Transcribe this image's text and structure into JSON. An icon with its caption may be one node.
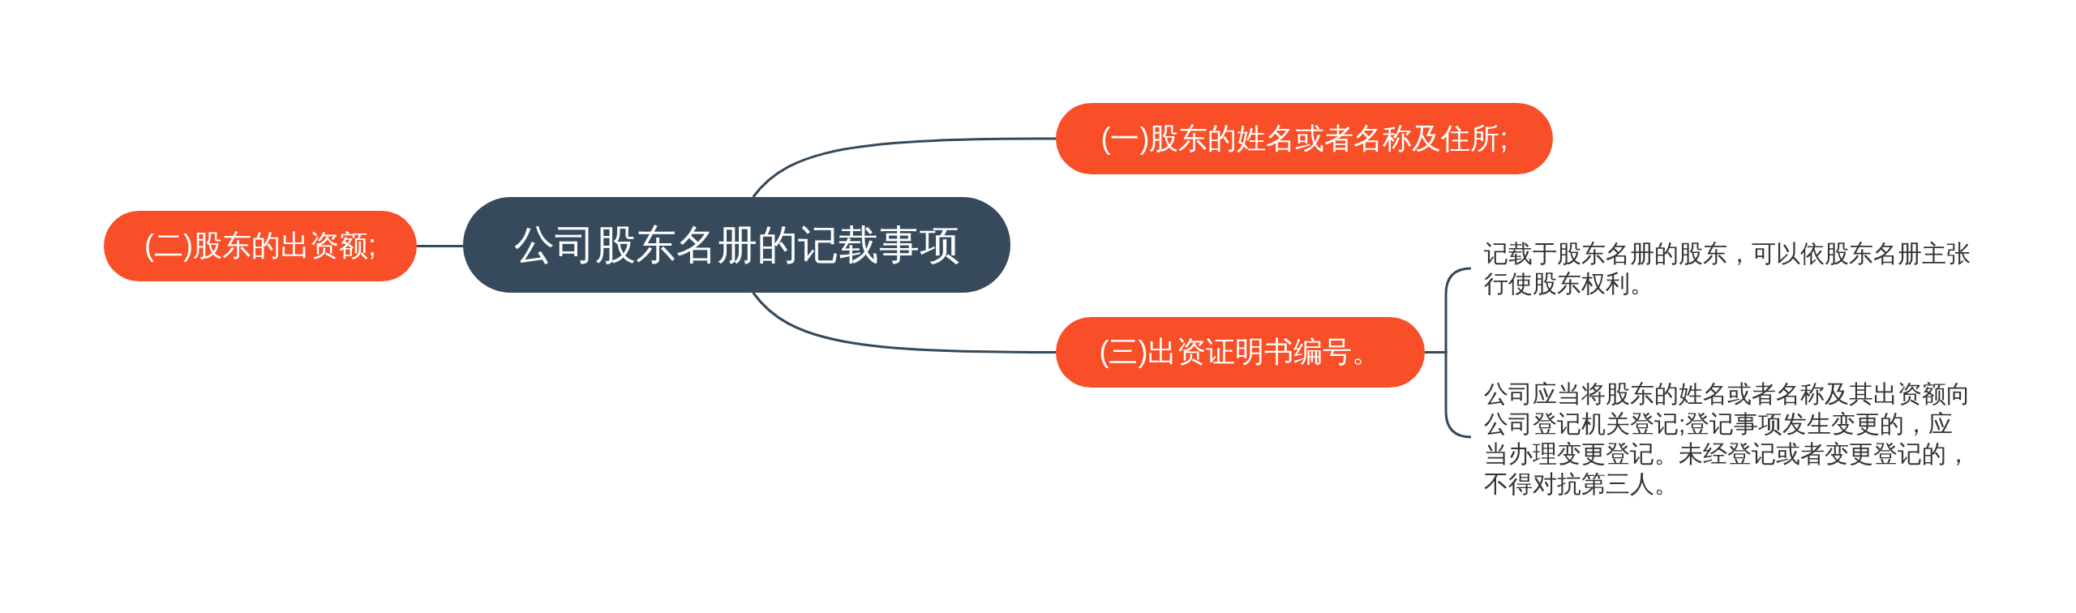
{
  "diagram": {
    "nodes": [
      {
        "text": [
          "公司股东名册的记载事项"
        ]
      },
      {
        "text": [
          "(一)股东的姓名或者名称及住所;"
        ]
      },
      {
        "text": [
          "(二)股东的出资额;"
        ]
      },
      {
        "text": [
          "(三)出资证明书编号。"
        ]
      },
      {
        "text": [
          "记载于股东名册的股东，可以依股东名册主张行使股东权利。"
        ]
      },
      {
        "text": [
          "公司应当将股东的姓名或者名称及其出资额向公司登记机关登记;登记事项发生变更的，应当办理变更登记。未经登记或者变更登记的，不得对抗第三人。"
        ]
      }
    ],
    "edges": [
      {
        "from": 0,
        "to": 1,
        "arrow": "none"
      },
      {
        "from": 0,
        "to": 2,
        "arrow": "none"
      },
      {
        "from": 0,
        "to": 3,
        "arrow": "none"
      },
      {
        "from": 3,
        "to": 4,
        "arrow": "none"
      },
      {
        "from": 3,
        "to": 5,
        "arrow": "none"
      }
    ]
  }
}
